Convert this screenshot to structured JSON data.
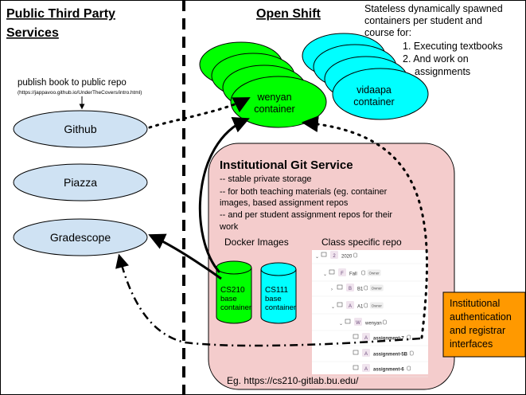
{
  "left_heading": [
    "Public Third Party",
    "Services"
  ],
  "right_heading": "Open Shift",
  "stateless_note": {
    "lines": [
      "Stateless dynamically spawned",
      "containers per student and",
      "course for:"
    ],
    "items": [
      "1. Executing textbooks",
      "2. And work on",
      "assignments"
    ]
  },
  "publish_note": "publish book to public repo",
  "publish_url": "(https://jappavoo.github.io/UnderTheCovers/intro.html)",
  "services": [
    "Github",
    "Piazza",
    "Gradescope"
  ],
  "wenyan_container": [
    "wenyan",
    "container"
  ],
  "vidaapa_container": [
    "vidaapa",
    "container"
  ],
  "git_service": {
    "title": "Institutional Git Service",
    "lines": [
      "-- stable private storage",
      "-- for both teaching materials (eg. container",
      "images, based assignment repos",
      "-- and per student assignment repos for their",
      "work"
    ],
    "docker_label": "Docker Images",
    "repo_label": "Class specific repo",
    "example_url": "Eg. https://cs210-gitlab.bu.edu/"
  },
  "images": [
    {
      "name": "CS210",
      "sub": [
        "base",
        "container"
      ]
    },
    {
      "name": "CS111",
      "sub": [
        "base",
        "container"
      ]
    }
  ],
  "repo_tree": [
    {
      "letter": "2",
      "name": "2020",
      "badge": ""
    },
    {
      "letter": "F",
      "name": "Fall",
      "badge": "Owner"
    },
    {
      "letter": "B",
      "name": "B1",
      "badge": "Owner"
    },
    {
      "letter": "A",
      "name": "A1",
      "badge": "Owner"
    },
    {
      "letter": "W",
      "name": "wenyan",
      "badge": ""
    },
    {
      "letter": "A",
      "name": "assignment-7",
      "badge": ""
    },
    {
      "letter": "A",
      "name": "assignment-5B",
      "badge": ""
    },
    {
      "letter": "A",
      "name": "assignment-6",
      "badge": ""
    }
  ],
  "auth_box": [
    "Institutional",
    "authentication",
    "and registrar",
    "interfaces"
  ],
  "colors": {
    "service_fill": "#cfe2f3",
    "wenyan_fill": "#00ff00",
    "vidaapa_fill": "#00ffff",
    "git_fill": "#f4cccc",
    "auth_fill": "#ff9900"
  }
}
